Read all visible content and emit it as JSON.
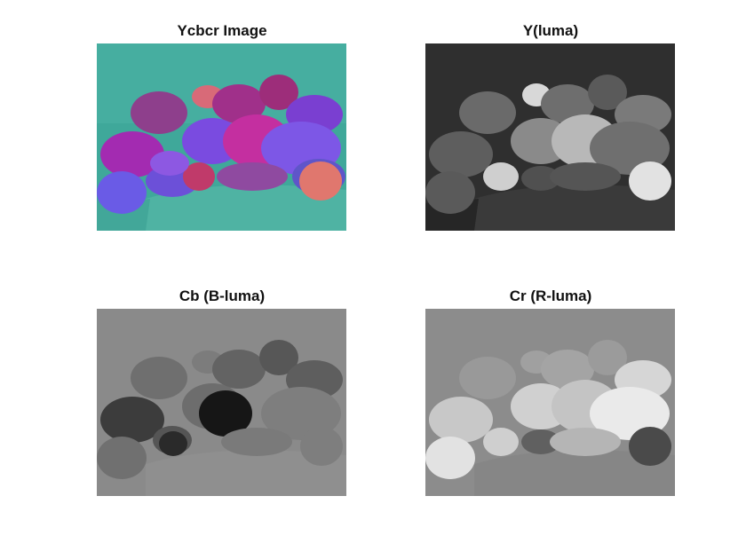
{
  "panels": [
    {
      "id": "ycbcr",
      "title": "Ycbcr Image"
    },
    {
      "id": "y",
      "title": "Y(luma)"
    },
    {
      "id": "cb",
      "title": "Cb (B-luma)"
    },
    {
      "id": "cr",
      "title": "Cr (R-luma)"
    }
  ]
}
